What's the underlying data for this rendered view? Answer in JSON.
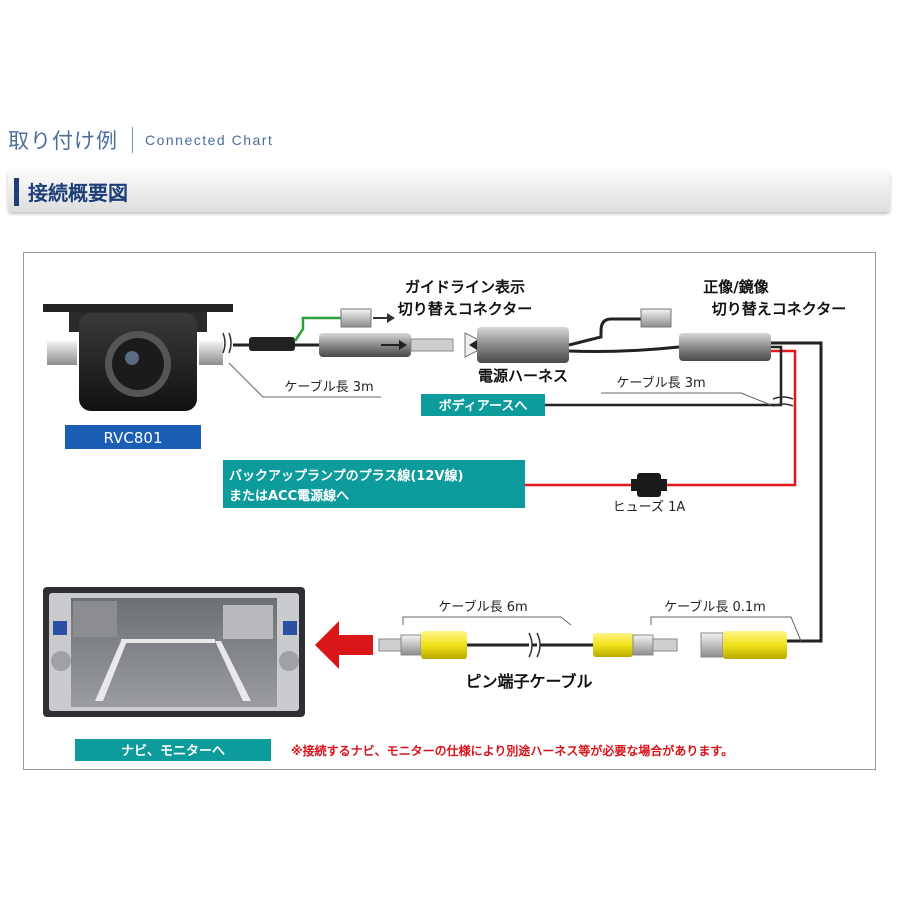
{
  "header": {
    "title_jp": "取り付け例",
    "title_en": "Connected Chart"
  },
  "section": {
    "title": "接続概要図"
  },
  "diagram": {
    "camera_label": "RVC801",
    "guideline_connector_line1": "ガイドライン表示",
    "guideline_connector_line2": "切り替えコネクター",
    "mirror_connector_line1": "正像/鏡像",
    "mirror_connector_line2": "切り替えコネクター",
    "power_harness": "電源ハーネス",
    "cable_length_camera": "ケーブル長 3m",
    "cable_length_harness": "ケーブル長 3m",
    "body_earth": "ボディアースへ",
    "backup_lamp_line1": "バックアップランプのプラス線(12V線)",
    "backup_lamp_line2": "またはACC電源線へ",
    "fuse": "ヒューズ 1A",
    "cable_length_6m": "ケーブル長 6m",
    "cable_length_01m": "ケーブル長 0.1m",
    "pin_cable": "ピン端子ケーブル",
    "navi_monitor": "ナビ、モニターへ",
    "note": "※接続するナビ、モニターの仕様により別途ハーネス等が必要な場合があります。"
  },
  "colors": {
    "label_teal": "#0d9b9b",
    "camera_label_blue": "#1a5fb4",
    "wire_red": "#e0171b",
    "wire_green": "#29a03a",
    "rca_yellow": "#f1e21a",
    "arrow_red": "#d91618",
    "note_red": "#d9131b"
  }
}
